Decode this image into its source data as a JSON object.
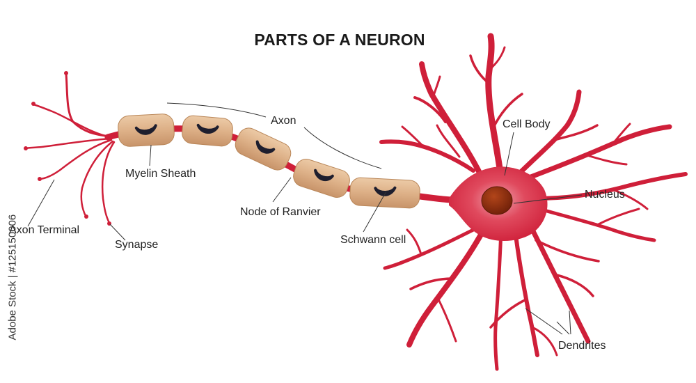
{
  "title": "PARTS OF A NEURON",
  "labels": {
    "axon": "Axon",
    "cell_body": "Cell Body",
    "nucleus": "Nucleus",
    "myelin_sheath": "Myelin Sheath",
    "node_of_ranvier": "Node of Ranvier",
    "schwann_cell": "Schwann cell",
    "axon_terminal": "Axon Terminal",
    "synapse": "Synapse",
    "dendrites": "Dendrites"
  },
  "watermark": "Adobe Stock | #125150006",
  "colors": {
    "neuron": "#cf1f39",
    "myelin": "#e0b48a",
    "nucleus": "#8a2a0c",
    "schwann_nucleus": "#1e1e2e",
    "text": "#222222"
  }
}
